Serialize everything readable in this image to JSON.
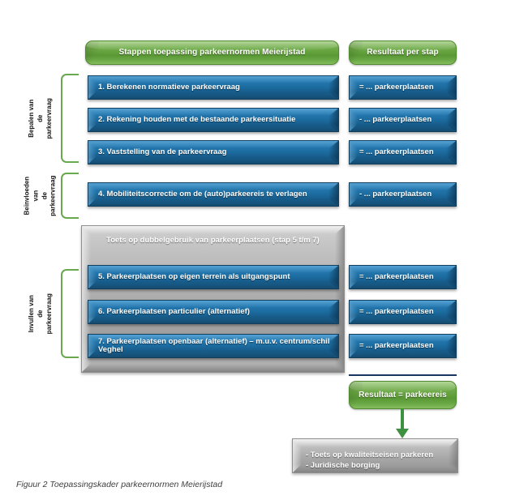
{
  "figure": {
    "caption": "Figuur 2 Toepassingskader parkeernormen Meierijstad"
  },
  "columns": {
    "steps_header": "Stappen toepassing parkeernormen Meierijstad",
    "results_header": "Resultaat per stap"
  },
  "phases": [
    {
      "id": "bepalen",
      "label": "Bepalen van de\nparkeervraag"
    },
    {
      "id": "beinvloeden",
      "label": "Beïnvloeden van\nde parkeervraag"
    },
    {
      "id": "invullen",
      "label": "Invullen van de\nparkeervraag"
    }
  ],
  "steps": [
    {
      "num": "1",
      "label": "1. Berekenen normatieve parkeervraag",
      "result": "= ... parkeerplaatsen"
    },
    {
      "num": "2",
      "label": "2. Rekening houden met de bestaande parkeersituatie",
      "result": "- ... parkeerplaatsen"
    },
    {
      "num": "3",
      "label": "3. Vaststelling van de parkeervraag",
      "result": "= ... parkeerplaatsen"
    },
    {
      "num": "4",
      "label": "4. Mobiliteitscorrectie om de (auto)parkeereis te verlagen",
      "result": "- ... parkeerplaatsen"
    },
    {
      "num": "5",
      "label": "5. Parkeerplaatsen op eigen terrein als uitgangspunt",
      "result": "= ... parkeerplaatsen"
    },
    {
      "num": "6",
      "label": "6. Parkeerplaatsen particulier (alternatief)",
      "result": "= ... parkeerplaatsen"
    },
    {
      "num": "7",
      "label": "7. Parkeerplaatsen openbaar (alternatief) – m.u.v. centrum/schil Veghel",
      "result": "= ... parkeerplaatsen"
    }
  ],
  "group_box": {
    "title": "Toets op dubbelgebruik van parkeerplaatsen\n(stap 5 t/m 7)"
  },
  "outcome": {
    "label": "Resultaat = parkeereis"
  },
  "final_box": {
    "label": "- Toets op kwaliteitseisen parkeren\n- Juridische borging"
  },
  "colors": {
    "green": "#63a13c",
    "blue": "#1d6ea3",
    "grey": "#a9a9a9",
    "bracket_green": "#6aa84f",
    "rule_navy": "#17375e",
    "arrow_green": "#3f9142"
  }
}
